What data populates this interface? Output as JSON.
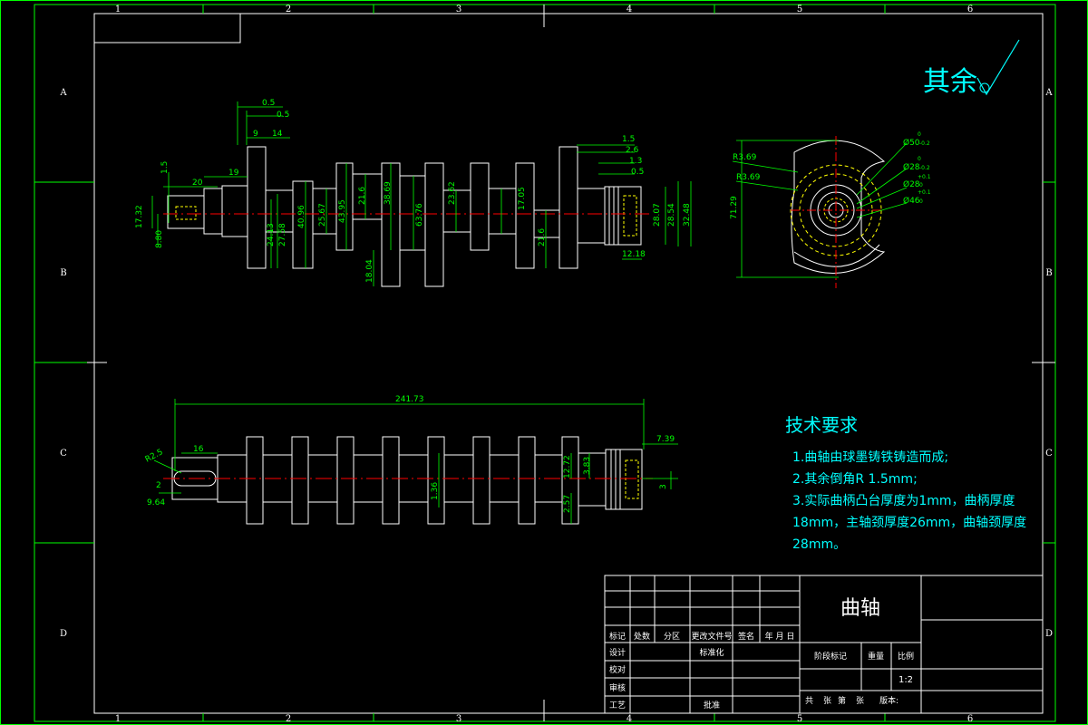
{
  "colors": {
    "background": "#000000",
    "border": "#ffffff",
    "frame": "#00ff00",
    "dimension": "#00ff00",
    "centerline": "#ff0000",
    "hidden": "#ffff00",
    "outline": "#ffffff",
    "text_cyan": "#00ffff",
    "text_white": "#ffffff",
    "text_yellow": "#ffff00"
  },
  "zone_columns": [
    "1",
    "2",
    "3",
    "4",
    "5",
    "6"
  ],
  "zone_rows": [
    "A",
    "B",
    "C",
    "D"
  ],
  "surface_note": "其余",
  "top_view_dims": {
    "d_0_5a": "0.5",
    "d_0_5b": "0.5",
    "d_9": "9",
    "d_14": "14",
    "d_1_5l": "1.5",
    "d_20": "20",
    "d_19": "19",
    "d_17_32": "17.32",
    "d_8_80": "8.80",
    "d_24_13": "24.13",
    "d_27_58": "27.58",
    "d_40_96": "40.96",
    "d_25_67": "25.67",
    "d_43_95": "43.95",
    "d_21_6a": "21.6",
    "d_38_69": "38.69",
    "d_63_76": "63.76",
    "d_23_62": "23.62",
    "d_17_05": "17.05",
    "d_21_6b": "21.6",
    "d_18_04": "18.04",
    "d_1_5r": "1.5",
    "d_2_6": "2.6",
    "d_1_3": "1.3",
    "d_0_5r": "0.5",
    "d_28_07": "28.07",
    "d_28_54": "28.54",
    "d_32_48": "32.48",
    "d_12_18": "12.18"
  },
  "side_view_dims": {
    "r1": "R3.69",
    "r2": "R3.69",
    "h": "71.29",
    "dia1": "Ø50",
    "dia1_tol": "0",
    "dia1_tol2": "-0.2",
    "dia2": "Ø28",
    "dia2_tol": "0",
    "dia2_tol2": "-0.2",
    "dia3": "Ø28",
    "dia3_tol": "+0.1",
    "dia3_tol2": "0",
    "dia4": "Ø46",
    "dia4_tol": "+0.1",
    "dia4_tol2": "0"
  },
  "bottom_view_dims": {
    "total": "241.73",
    "d_16": "16",
    "r2_5": "R2.5",
    "d_2": "2",
    "d_9_64": "9.64",
    "d_7_39": "7.39",
    "d_3": "3",
    "d_12_72": "12.72",
    "d_3_83": "3.83",
    "d_2_57": "2.57",
    "d_1_36": "1.36"
  },
  "tech": {
    "title": "技术要求",
    "line1": "1.曲轴由球墨铸铁铸造而成;",
    "line2": "2.其余倒角R 1.5mm;",
    "line3": "3.实际曲柄凸台厚度为1mm，曲柄厚度",
    "line4": "18mm，主轴颈厚度26mm，曲轴颈厚度",
    "line5": "28mm。"
  },
  "title_block": {
    "part_name": "曲轴",
    "col_mark": "标记",
    "col_count": "处数",
    "col_zone": "分区",
    "col_docno": "更改文件号",
    "col_sign": "签名",
    "col_date": "年 月 日",
    "design": "设计",
    "standardize": "标准化",
    "check": "校对",
    "review": "审核",
    "process": "工艺",
    "approve": "批准",
    "stage": "阶段标记",
    "weight": "重量",
    "scale_label": "比例",
    "scale": "1:2",
    "total_sheets": "共",
    "sheets": "张",
    "sheet_no": "第",
    "sheet": "张",
    "version": "版本:"
  }
}
